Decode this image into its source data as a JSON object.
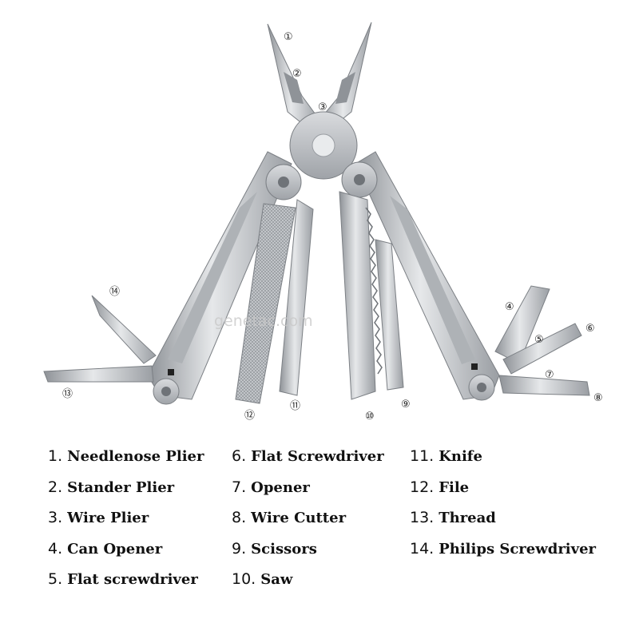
{
  "watermark": "genetac.com",
  "callouts": [
    "①",
    "②",
    "③",
    "④",
    "⑤",
    "⑥",
    "⑦",
    "⑧",
    "⑨",
    "⑩",
    "⑪",
    "⑫",
    "⑬",
    "⑭"
  ],
  "legend": {
    "col1": [
      {
        "num": "1.",
        "label": "Needlenose Plier"
      },
      {
        "num": "2.",
        "label": "Stander Plier"
      },
      {
        "num": "3.",
        "label": "Wire Plier"
      },
      {
        "num": "4.",
        "label": "Can Opener"
      },
      {
        "num": "5.",
        "label": "Flat screwdriver"
      }
    ],
    "col2": [
      {
        "num": "6.",
        "label": "Flat Screwdriver"
      },
      {
        "num": "7.",
        "label": "Opener"
      },
      {
        "num": "8.",
        "label": "Wire Cutter"
      },
      {
        "num": "9.",
        "label": "Scissors"
      },
      {
        "num": "10.",
        "label": "Saw"
      }
    ],
    "col3": [
      {
        "num": "11.",
        "label": "Knife"
      },
      {
        "num": "12.",
        "label": "File"
      },
      {
        "num": "13.",
        "label": "Thread"
      },
      {
        "num": "14.",
        "label": "Philips Screwdriver"
      }
    ]
  }
}
